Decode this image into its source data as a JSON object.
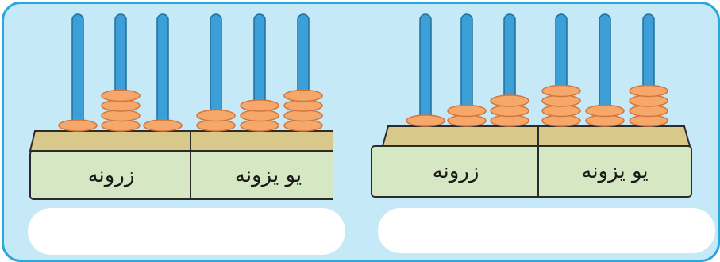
{
  "abaci": [
    {
      "id": "left",
      "labels": {
        "left": "زرونه",
        "right": "یو یزونه"
      },
      "beads": [
        1,
        4,
        1,
        2,
        3,
        4
      ],
      "answer": ""
    },
    {
      "id": "right",
      "labels": {
        "left": "زرونه",
        "right": "یو یزونه"
      },
      "beads": [
        1,
        2,
        3,
        4,
        2,
        4
      ],
      "answer": ""
    }
  ],
  "colors": {
    "frame_border": "#2aa7dc",
    "frame_fill": "#c5e9f6",
    "rod": "#3d9fd8",
    "bead": "#f5a86a",
    "bead_outline": "#d2753c",
    "base_top": "#d8c98a",
    "label_panel": "#d6e8c3"
  }
}
